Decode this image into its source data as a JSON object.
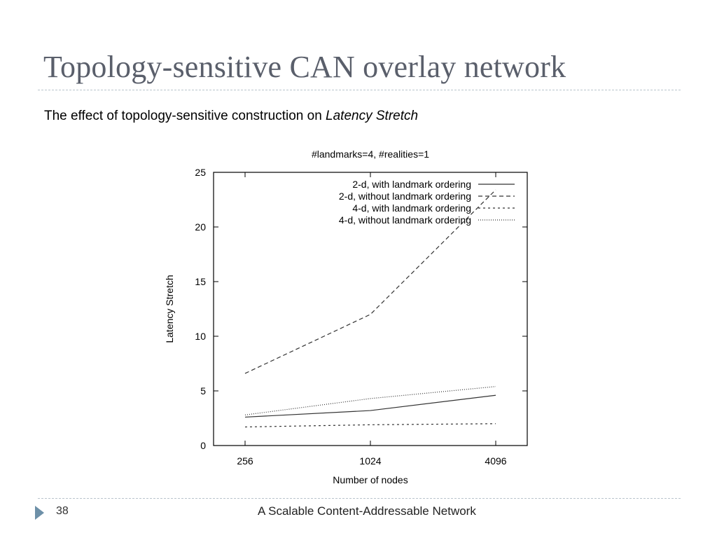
{
  "slide": {
    "title": "Topology-sensitive CAN overlay network",
    "subtitle_plain": "The effect of topology-sensitive construction on ",
    "subtitle_italic": "Latency Stretch",
    "page_number": "38",
    "footer": "A Scalable Content-Addressable Network"
  },
  "icons": {
    "footer_bullet": "triangle-right-icon"
  },
  "colors": {
    "title": "#5a5f6b",
    "divider": "#b9c4cc",
    "bullet": "#6d90a8",
    "series": "#333333"
  },
  "chart_data": {
    "type": "line",
    "title": "#landmarks=4, #realities=1",
    "xlabel": "Number of nodes",
    "ylabel": "Latency Stretch",
    "categories": [
      "256",
      "1024",
      "4096"
    ],
    "ylim": [
      0,
      25
    ],
    "yticks": [
      0,
      5,
      10,
      15,
      20,
      25
    ],
    "grid": false,
    "legend_position": "top-right",
    "series": [
      {
        "name": "2-d, with landmark ordering",
        "values": [
          2.6,
          3.2,
          4.6
        ],
        "dash": "solid"
      },
      {
        "name": "2-d, without landmark ordering",
        "values": [
          6.6,
          12.0,
          23.4
        ],
        "dash": "dashed"
      },
      {
        "name": "4-d, with landmark ordering",
        "values": [
          1.7,
          1.9,
          2.0
        ],
        "dash": "dotted"
      },
      {
        "name": "4-d, without landmark ordering",
        "values": [
          2.8,
          4.3,
          5.4
        ],
        "dash": "fine-dotted"
      }
    ]
  }
}
